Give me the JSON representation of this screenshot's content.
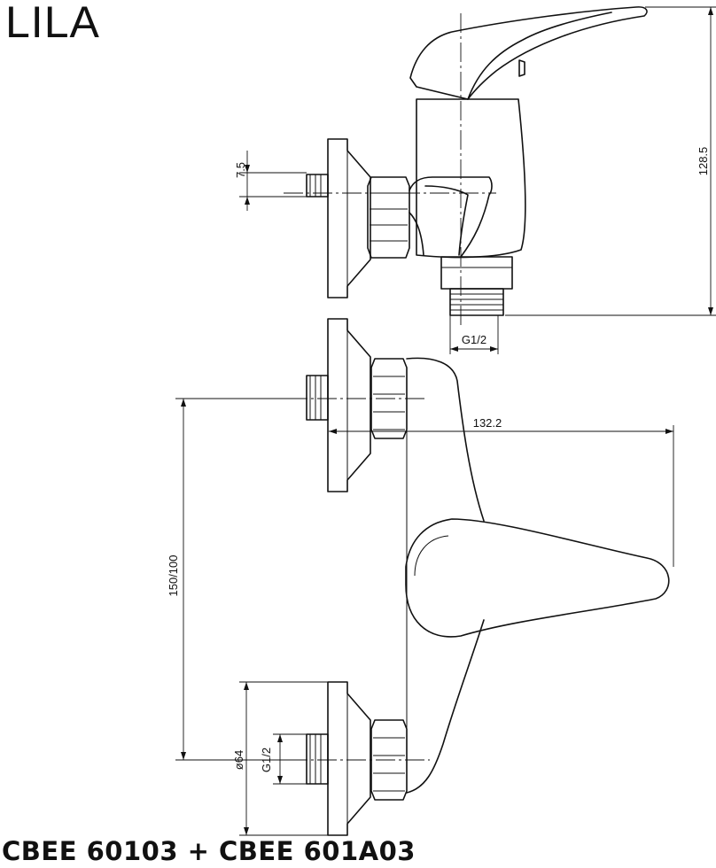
{
  "header": {
    "title": "LILA"
  },
  "footer": {
    "product_codes": "CBEE 60103 + CBEE 601A03"
  },
  "dimensions": {
    "connector_offset": "7.5",
    "total_height": "128.5",
    "outlet_thread": "G1/2",
    "projection": "132.2",
    "spacing": "150/100",
    "rosette_diameter": "ø64",
    "inlet_thread": "G1/2"
  }
}
